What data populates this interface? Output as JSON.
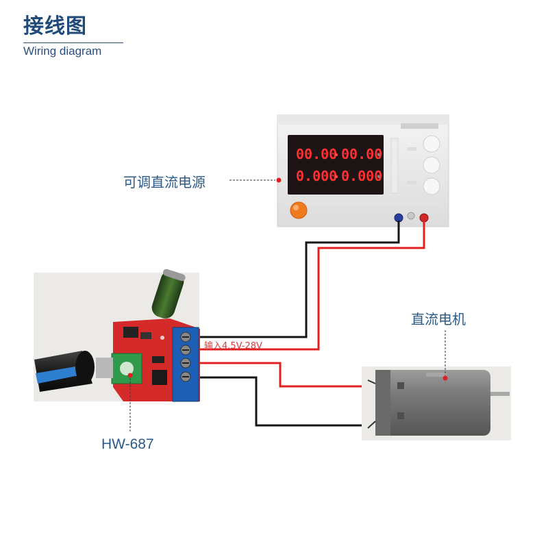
{
  "header": {
    "title_cn": "接线图",
    "title_en": "Wiring diagram"
  },
  "labels": {
    "power_supply": "可调直流电源",
    "dc_motor": "直流电机",
    "module": "HW-687",
    "input_range": "输入4.5V-28V"
  },
  "power_supply_display": {
    "top_left": "00.00",
    "top_right": "00.00",
    "bottom_left": "0.000",
    "bottom_right": "0.000"
  },
  "colors": {
    "title": "#1f4a7a",
    "label": "#2a5a8a",
    "positive_wire": "#e02020",
    "negative_wire": "#151515",
    "negative_terminal": "#1b3a8c",
    "pcb": "#d42a2a",
    "terminal_block": "#1d5fb4",
    "display_digits": "#ff3030",
    "knob_accent": "#2f7fd1"
  }
}
